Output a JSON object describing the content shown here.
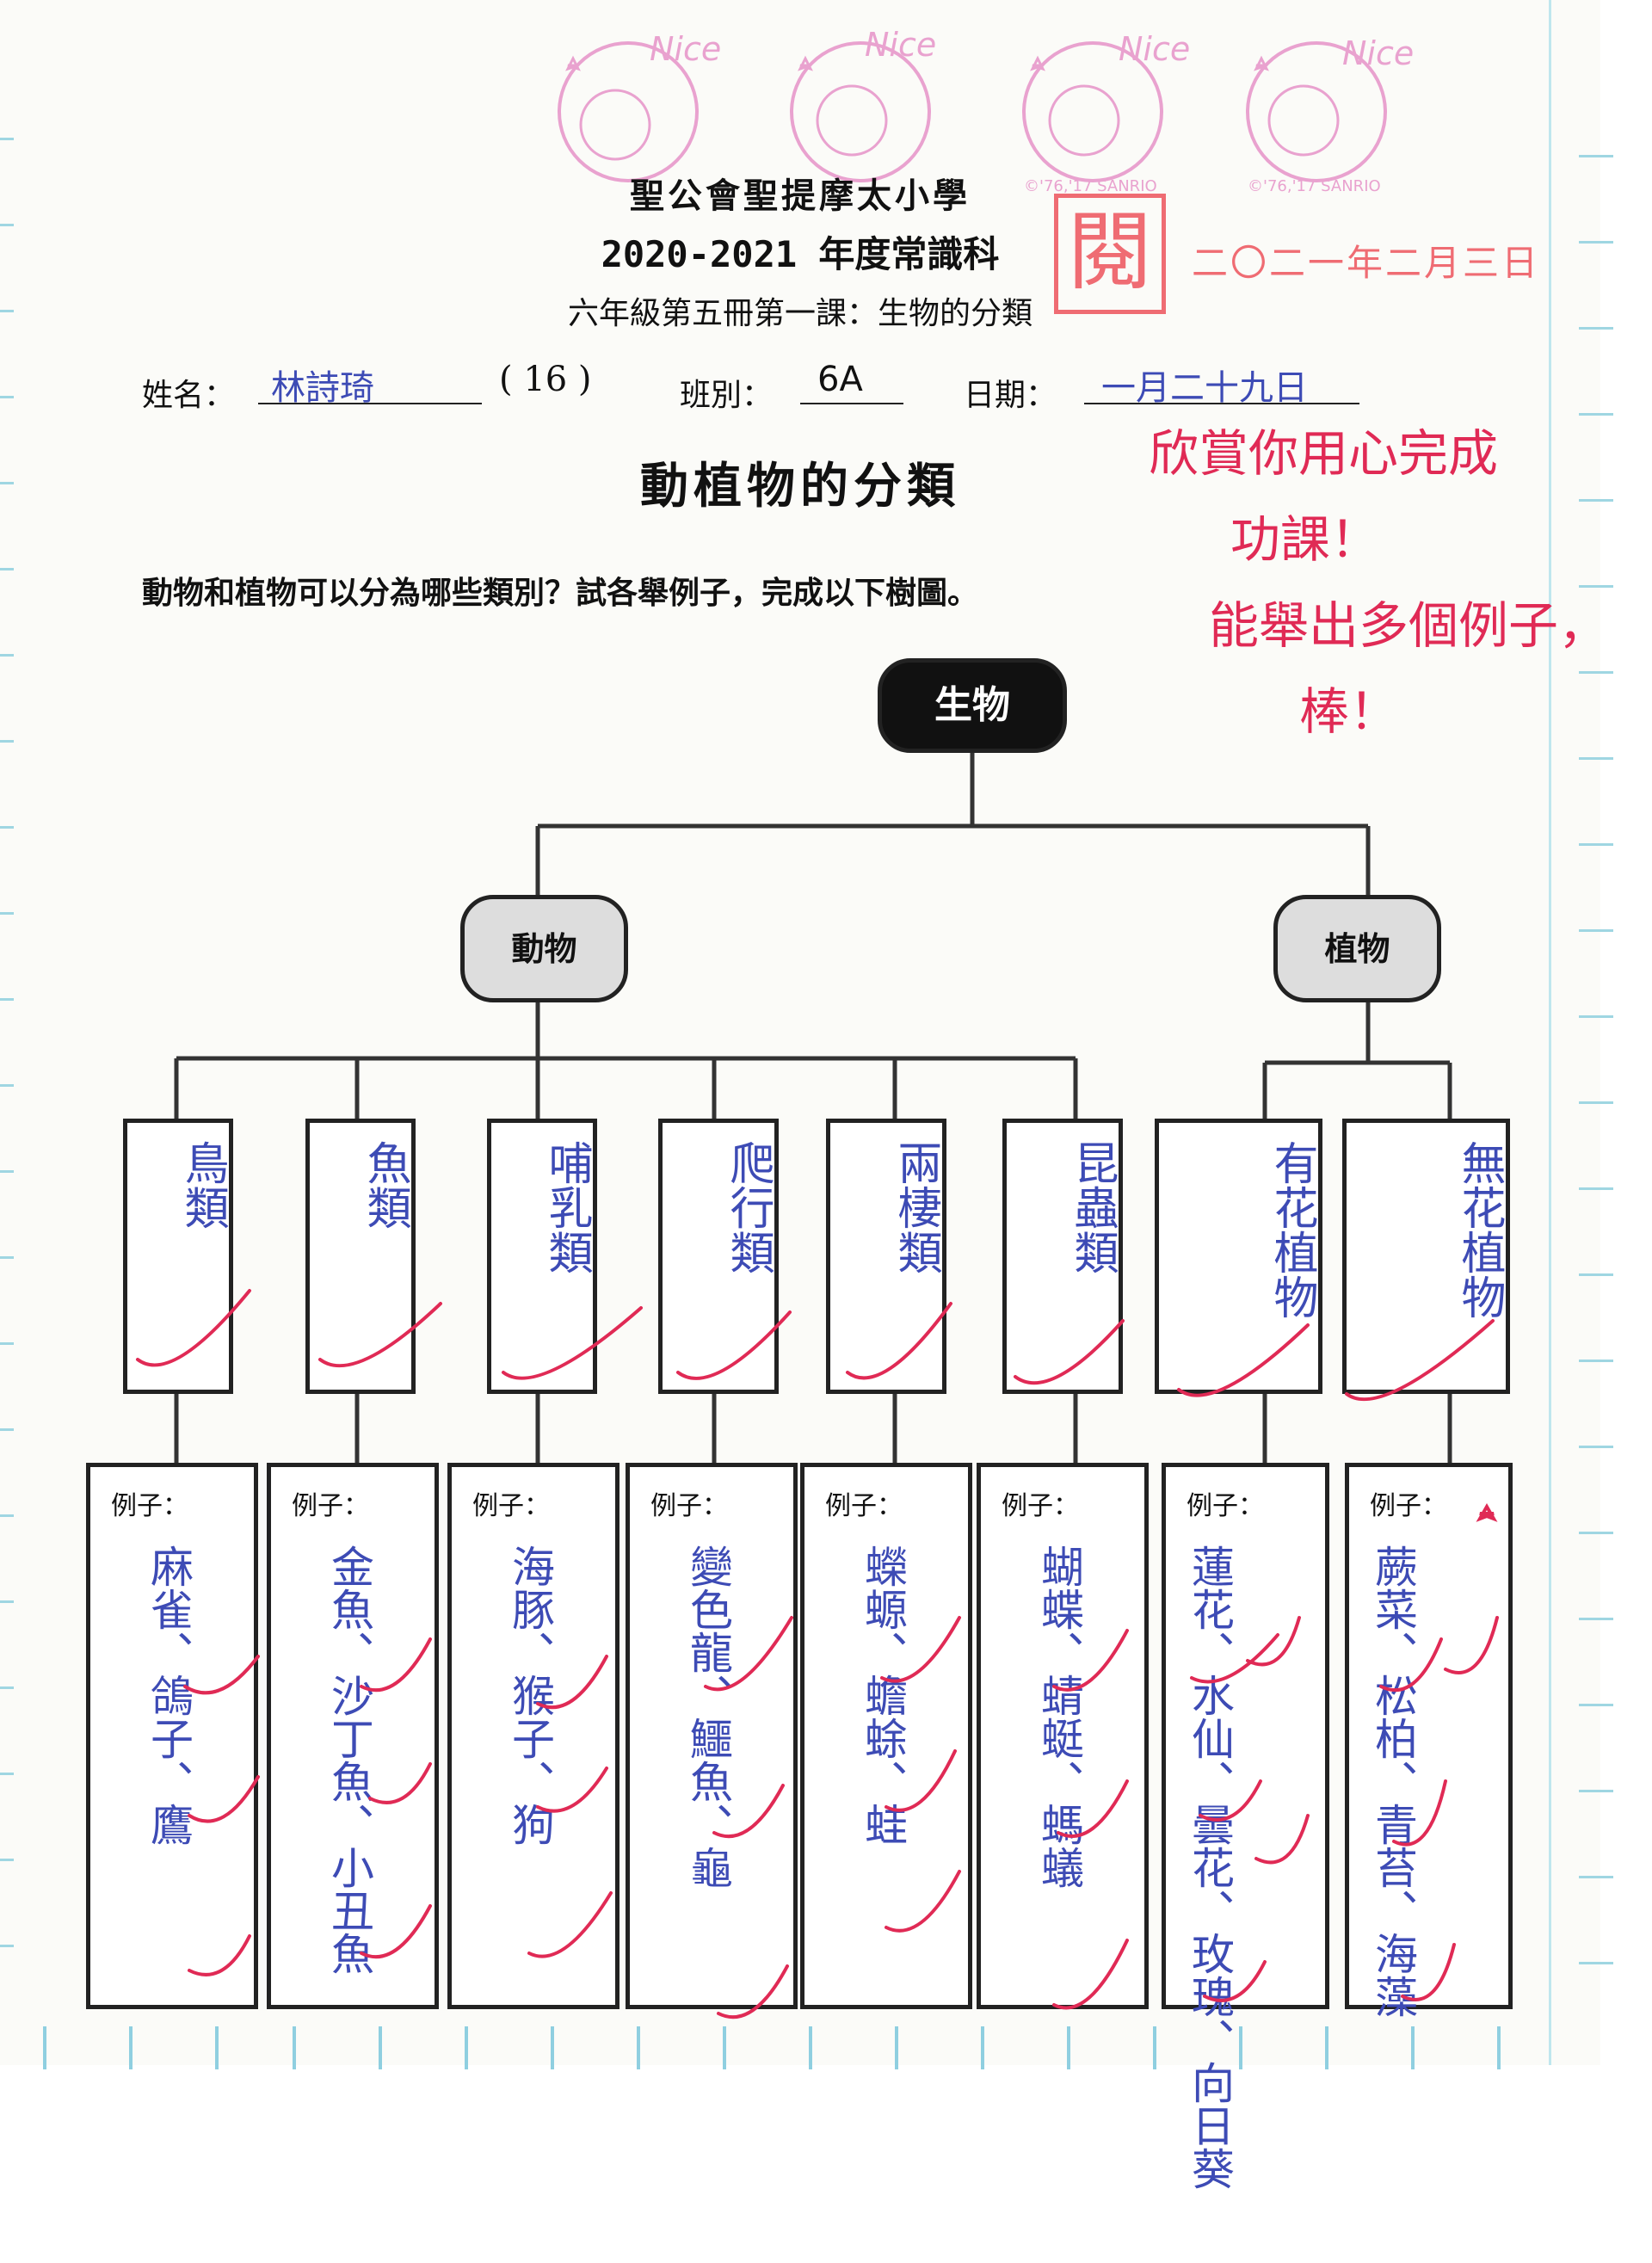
{
  "header": {
    "school": "聖公會聖提摩太小學",
    "year_subject": "2020-2021 年度常識科",
    "lesson": "六年級第五冊第一課：生物的分類"
  },
  "stamps": {
    "nice_text": "Nice",
    "copyright": "©'76,'17 SANRIO",
    "read_mark": "閱",
    "checked_date": "二〇二一年二月三日"
  },
  "student": {
    "name_label": "姓名：",
    "name_value": "林詩琦",
    "number_value": "( 16 )",
    "class_label": "班別：",
    "class_value": "6A",
    "date_label": "日期：",
    "date_value": "一月二十九日"
  },
  "worksheet": {
    "title": "動植物的分類",
    "instruction": "動物和植物可以分為哪些類別？試各舉例子，完成以下樹圖。"
  },
  "teacher_comment": {
    "line1": "欣賞你用心完成",
    "line2": "功課！",
    "line3": "能舉出多個例子，",
    "line4": "棒！"
  },
  "tree": {
    "root": "生物",
    "animal": "動物",
    "plant": "植物",
    "example_label": "例子：",
    "categories": [
      {
        "name": "鳥類",
        "examples": [
          "麻雀",
          "鴿子",
          "鷹"
        ]
      },
      {
        "name": "魚類",
        "examples": [
          "金魚",
          "沙丁魚",
          "小丑魚"
        ]
      },
      {
        "name": "哺乳類",
        "examples": [
          "海豚",
          "猴子",
          "狗"
        ]
      },
      {
        "name": "爬行類",
        "examples": [
          "變色龍",
          "鱷魚",
          "龜"
        ]
      },
      {
        "name": "兩棲類",
        "examples": [
          "蠑螈",
          "蟾蜍",
          "蛙"
        ]
      },
      {
        "name": "昆蟲類",
        "examples": [
          "蝴蝶",
          "蜻蜓",
          "螞蟻"
        ]
      },
      {
        "name": "有花植物",
        "examples": [
          "蓮花",
          "水仙",
          "曇花",
          "玫瑰",
          "向日葵"
        ]
      },
      {
        "name": "無花植物",
        "examples": [
          "蕨菜",
          "松柏",
          "青苔",
          "海藻"
        ]
      }
    ]
  }
}
